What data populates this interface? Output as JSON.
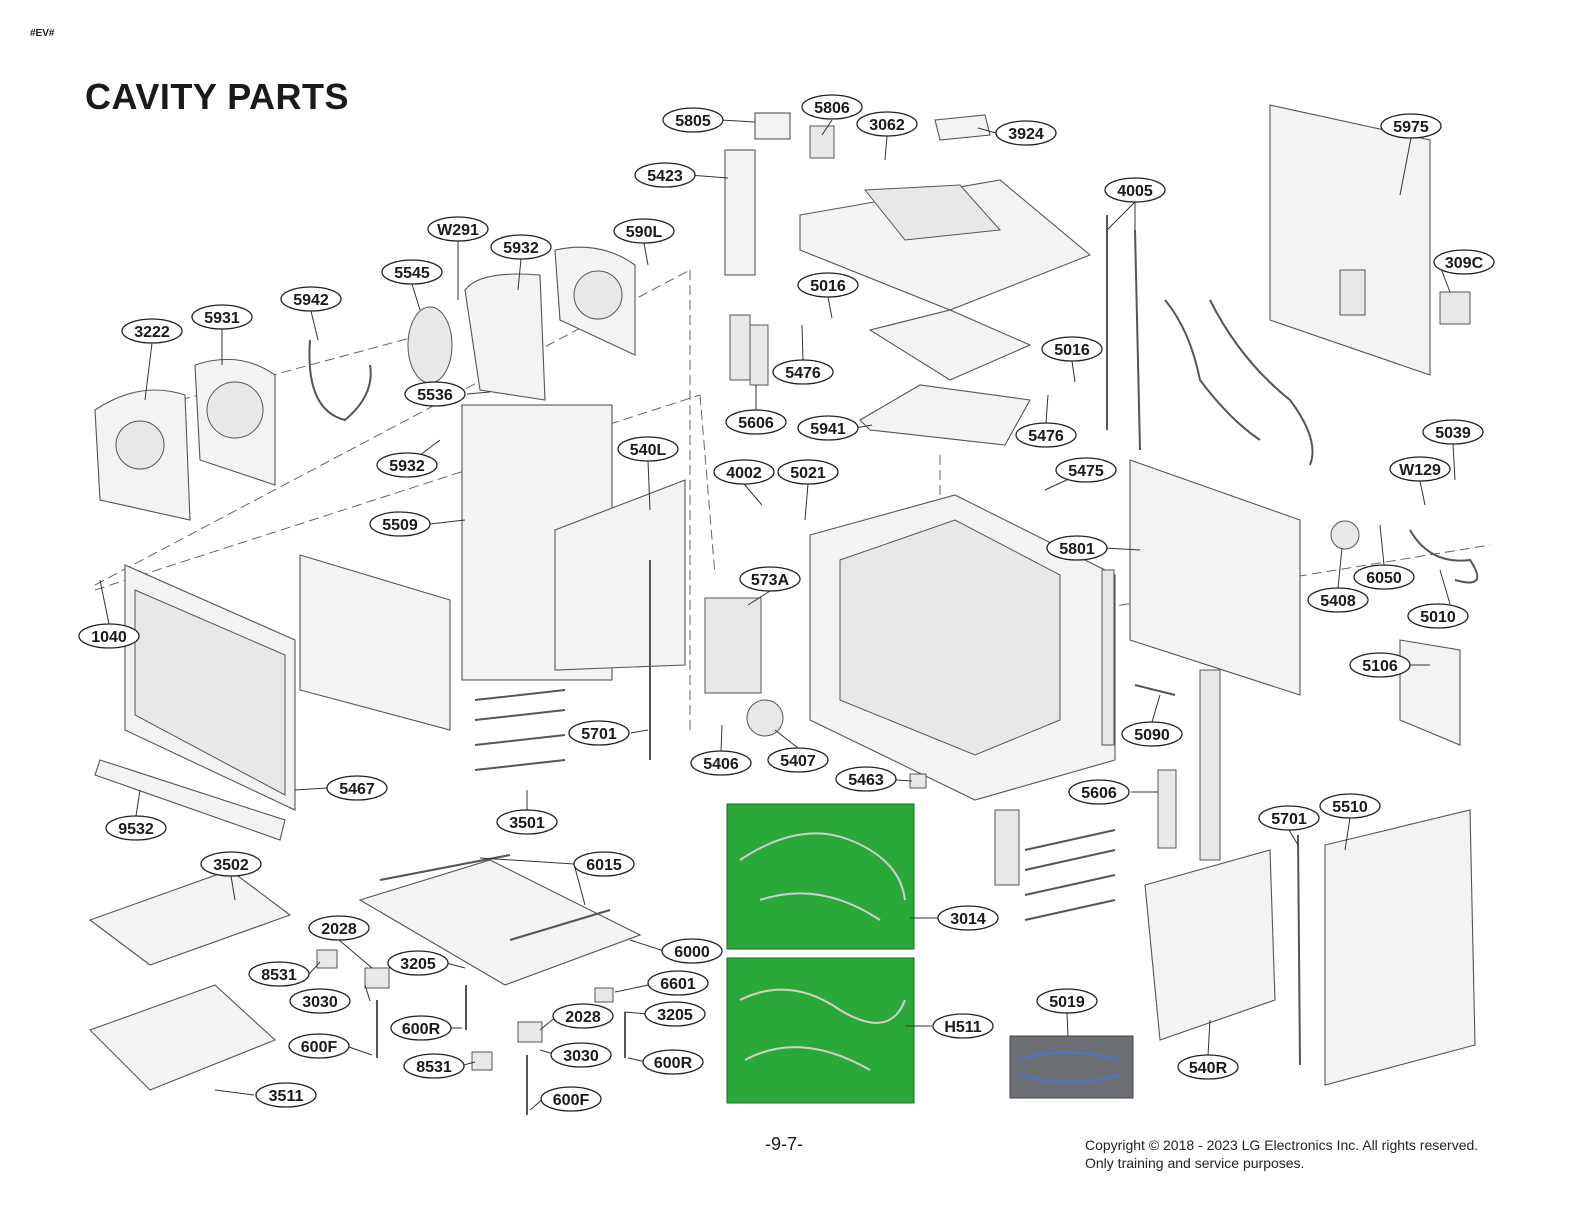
{
  "header": {
    "tag": "#EV#",
    "title": "CAVITY PARTS"
  },
  "footer": {
    "page": "-9-7-",
    "copyright_line1": "Copyright © 2018 - 2023 LG Electronics Inc. All rights reserved.",
    "copyright_line2": "Only training and service purposes."
  },
  "part_labels": [
    "5805",
    "5806",
    "3062",
    "3924",
    "5975",
    "5423",
    "4005",
    "309C",
    "W291",
    "5932",
    "590L",
    "5545",
    "5942",
    "5931",
    "3222",
    "5016",
    "5016",
    "5476",
    "5536",
    "5932",
    "5606",
    "5941",
    "5476",
    "5039",
    "540L",
    "4002",
    "5021",
    "5475",
    "W129",
    "5509",
    "5801",
    "6050",
    "573A",
    "5408",
    "5010",
    "1040",
    "5106",
    "5701",
    "5406",
    "5407",
    "5090",
    "5463",
    "5467",
    "5606",
    "3501",
    "5510",
    "5701",
    "9532",
    "3502",
    "6015",
    "3014",
    "6000",
    "2028",
    "8531",
    "3205",
    "6601",
    "3030",
    "2028",
    "3205",
    "600R",
    "H511",
    "5019",
    "600F",
    "3030",
    "600R",
    "8531",
    "540R",
    "3511",
    "600F"
  ]
}
